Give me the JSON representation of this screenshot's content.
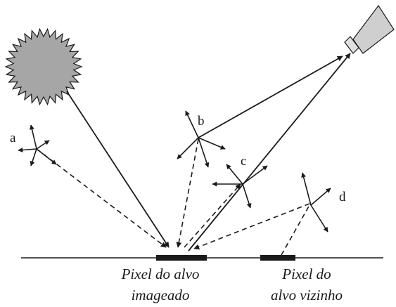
{
  "labels": {
    "a": "a",
    "b": "b",
    "c": "c",
    "d": "d"
  },
  "captions": {
    "target_line1": "Pixel do alvo",
    "target_line2": "imageado",
    "neighbor_line1": "Pixel do",
    "neighbor_line2": "alvo vizinho"
  },
  "icons": {
    "sun": "sun-icon",
    "sensor": "sensor-icon"
  },
  "colors": {
    "sun_fill": "#a6a6a6",
    "sensor_fill": "#cfcfcf",
    "ink": "#1a1a1a"
  }
}
